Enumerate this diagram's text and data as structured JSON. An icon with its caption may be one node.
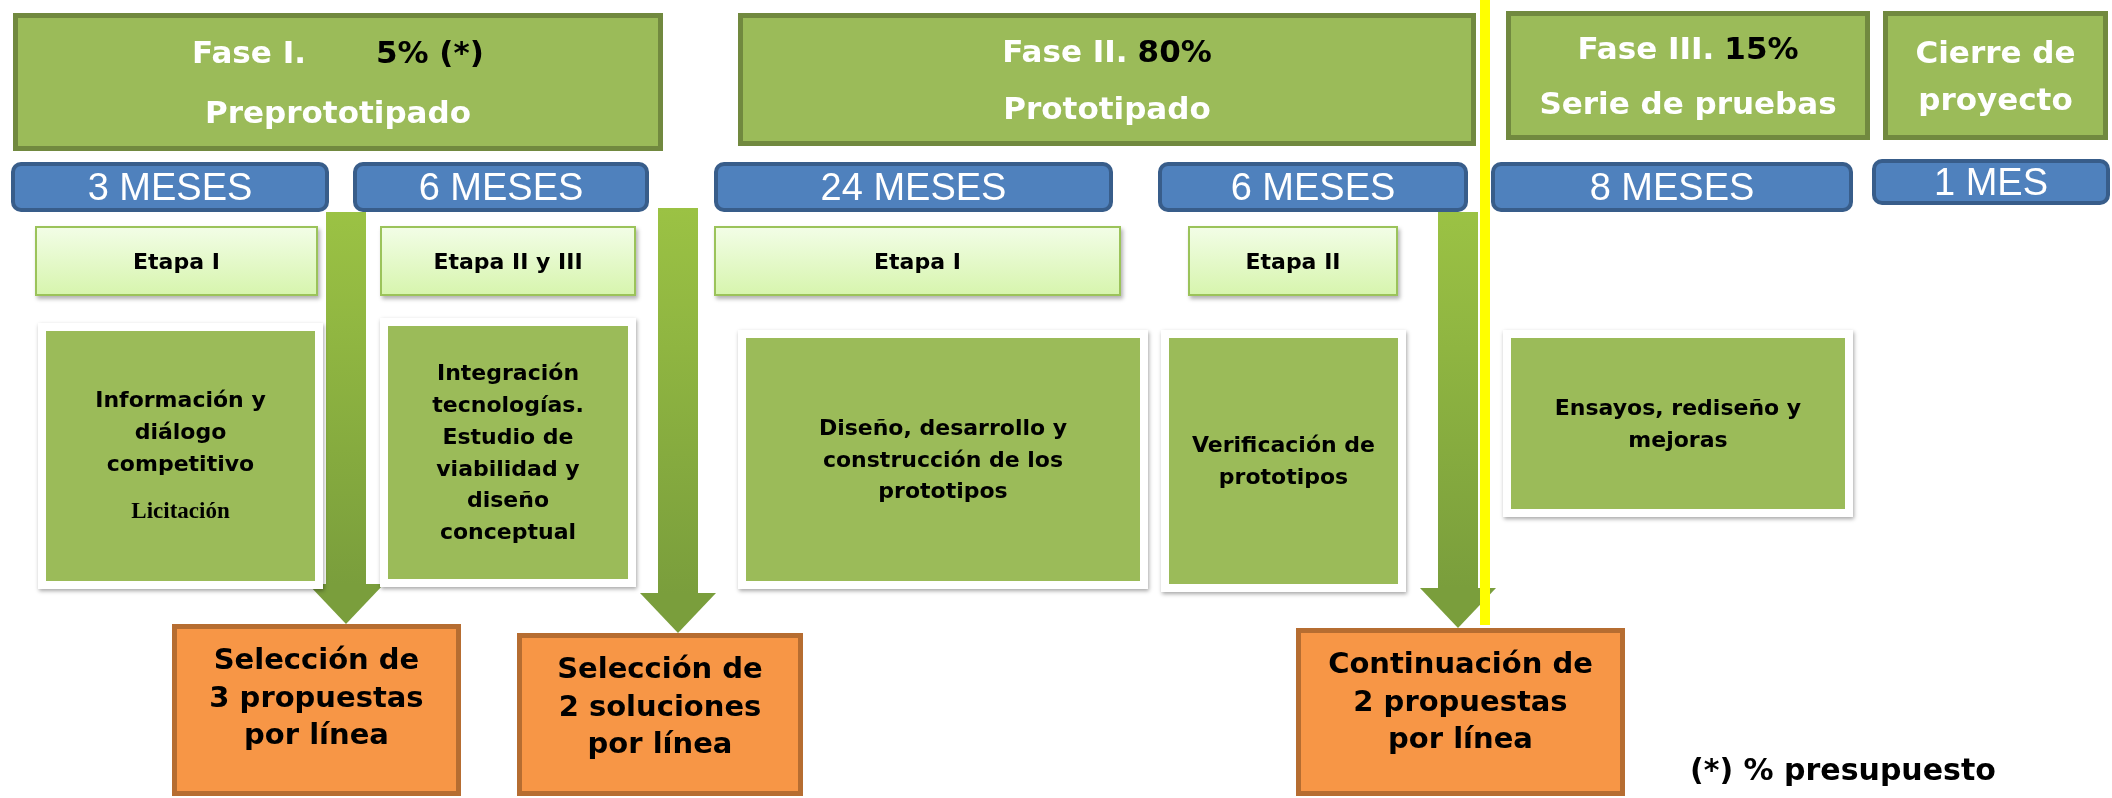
{
  "diagram": {
    "nodes": [
      {
        "text": [
          "Fase I.",
          "5% (*)",
          "Preprototipado"
        ]
      },
      {
        "text": [
          "Fase II.",
          "80%",
          "Prototipado"
        ]
      },
      {
        "text": [
          "Fase III.",
          "15%",
          "Serie de pruebas"
        ]
      },
      {
        "text": [
          "Cierre de proyecto"
        ]
      },
      {
        "text": [
          "3 MESES"
        ]
      },
      {
        "text": [
          "6 MESES"
        ]
      },
      {
        "text": [
          "24 MESES"
        ]
      },
      {
        "text": [
          "6 MESES"
        ]
      },
      {
        "text": [
          "8 MESES"
        ]
      },
      {
        "text": [
          "1 MES"
        ]
      },
      {
        "text": [
          "Etapa I"
        ]
      },
      {
        "text": [
          "Etapa II y III"
        ]
      },
      {
        "text": [
          "Etapa I"
        ]
      },
      {
        "text": [
          "Etapa II"
        ]
      },
      {
        "text": [
          "Información y diálogo competitivo",
          "Licitación"
        ]
      },
      {
        "text": [
          "Integración tecnologías. Estudio de viabilidad y diseño conceptual"
        ]
      },
      {
        "text": [
          "Diseño, desarrollo y construcción de los prototipos"
        ]
      },
      {
        "text": [
          "Verificación de prototipos"
        ]
      },
      {
        "text": [
          "Ensayos, rediseño y mejoras"
        ]
      },
      {
        "text": [
          "Selección de 3 propuestas por línea"
        ]
      },
      {
        "text": [
          "Selección de 2 soluciones por línea"
        ]
      },
      {
        "text": [
          "Continuación de 2 propuestas por línea"
        ]
      }
    ],
    "edges": [
      {
        "from": 5,
        "to": 19,
        "arrow": "to"
      },
      {
        "from": null,
        "to": 20,
        "arrow": "to"
      },
      {
        "from": 7,
        "to": 21,
        "arrow": "to"
      }
    ],
    "labels": [
      "(*) % presupuesto"
    ]
  }
}
